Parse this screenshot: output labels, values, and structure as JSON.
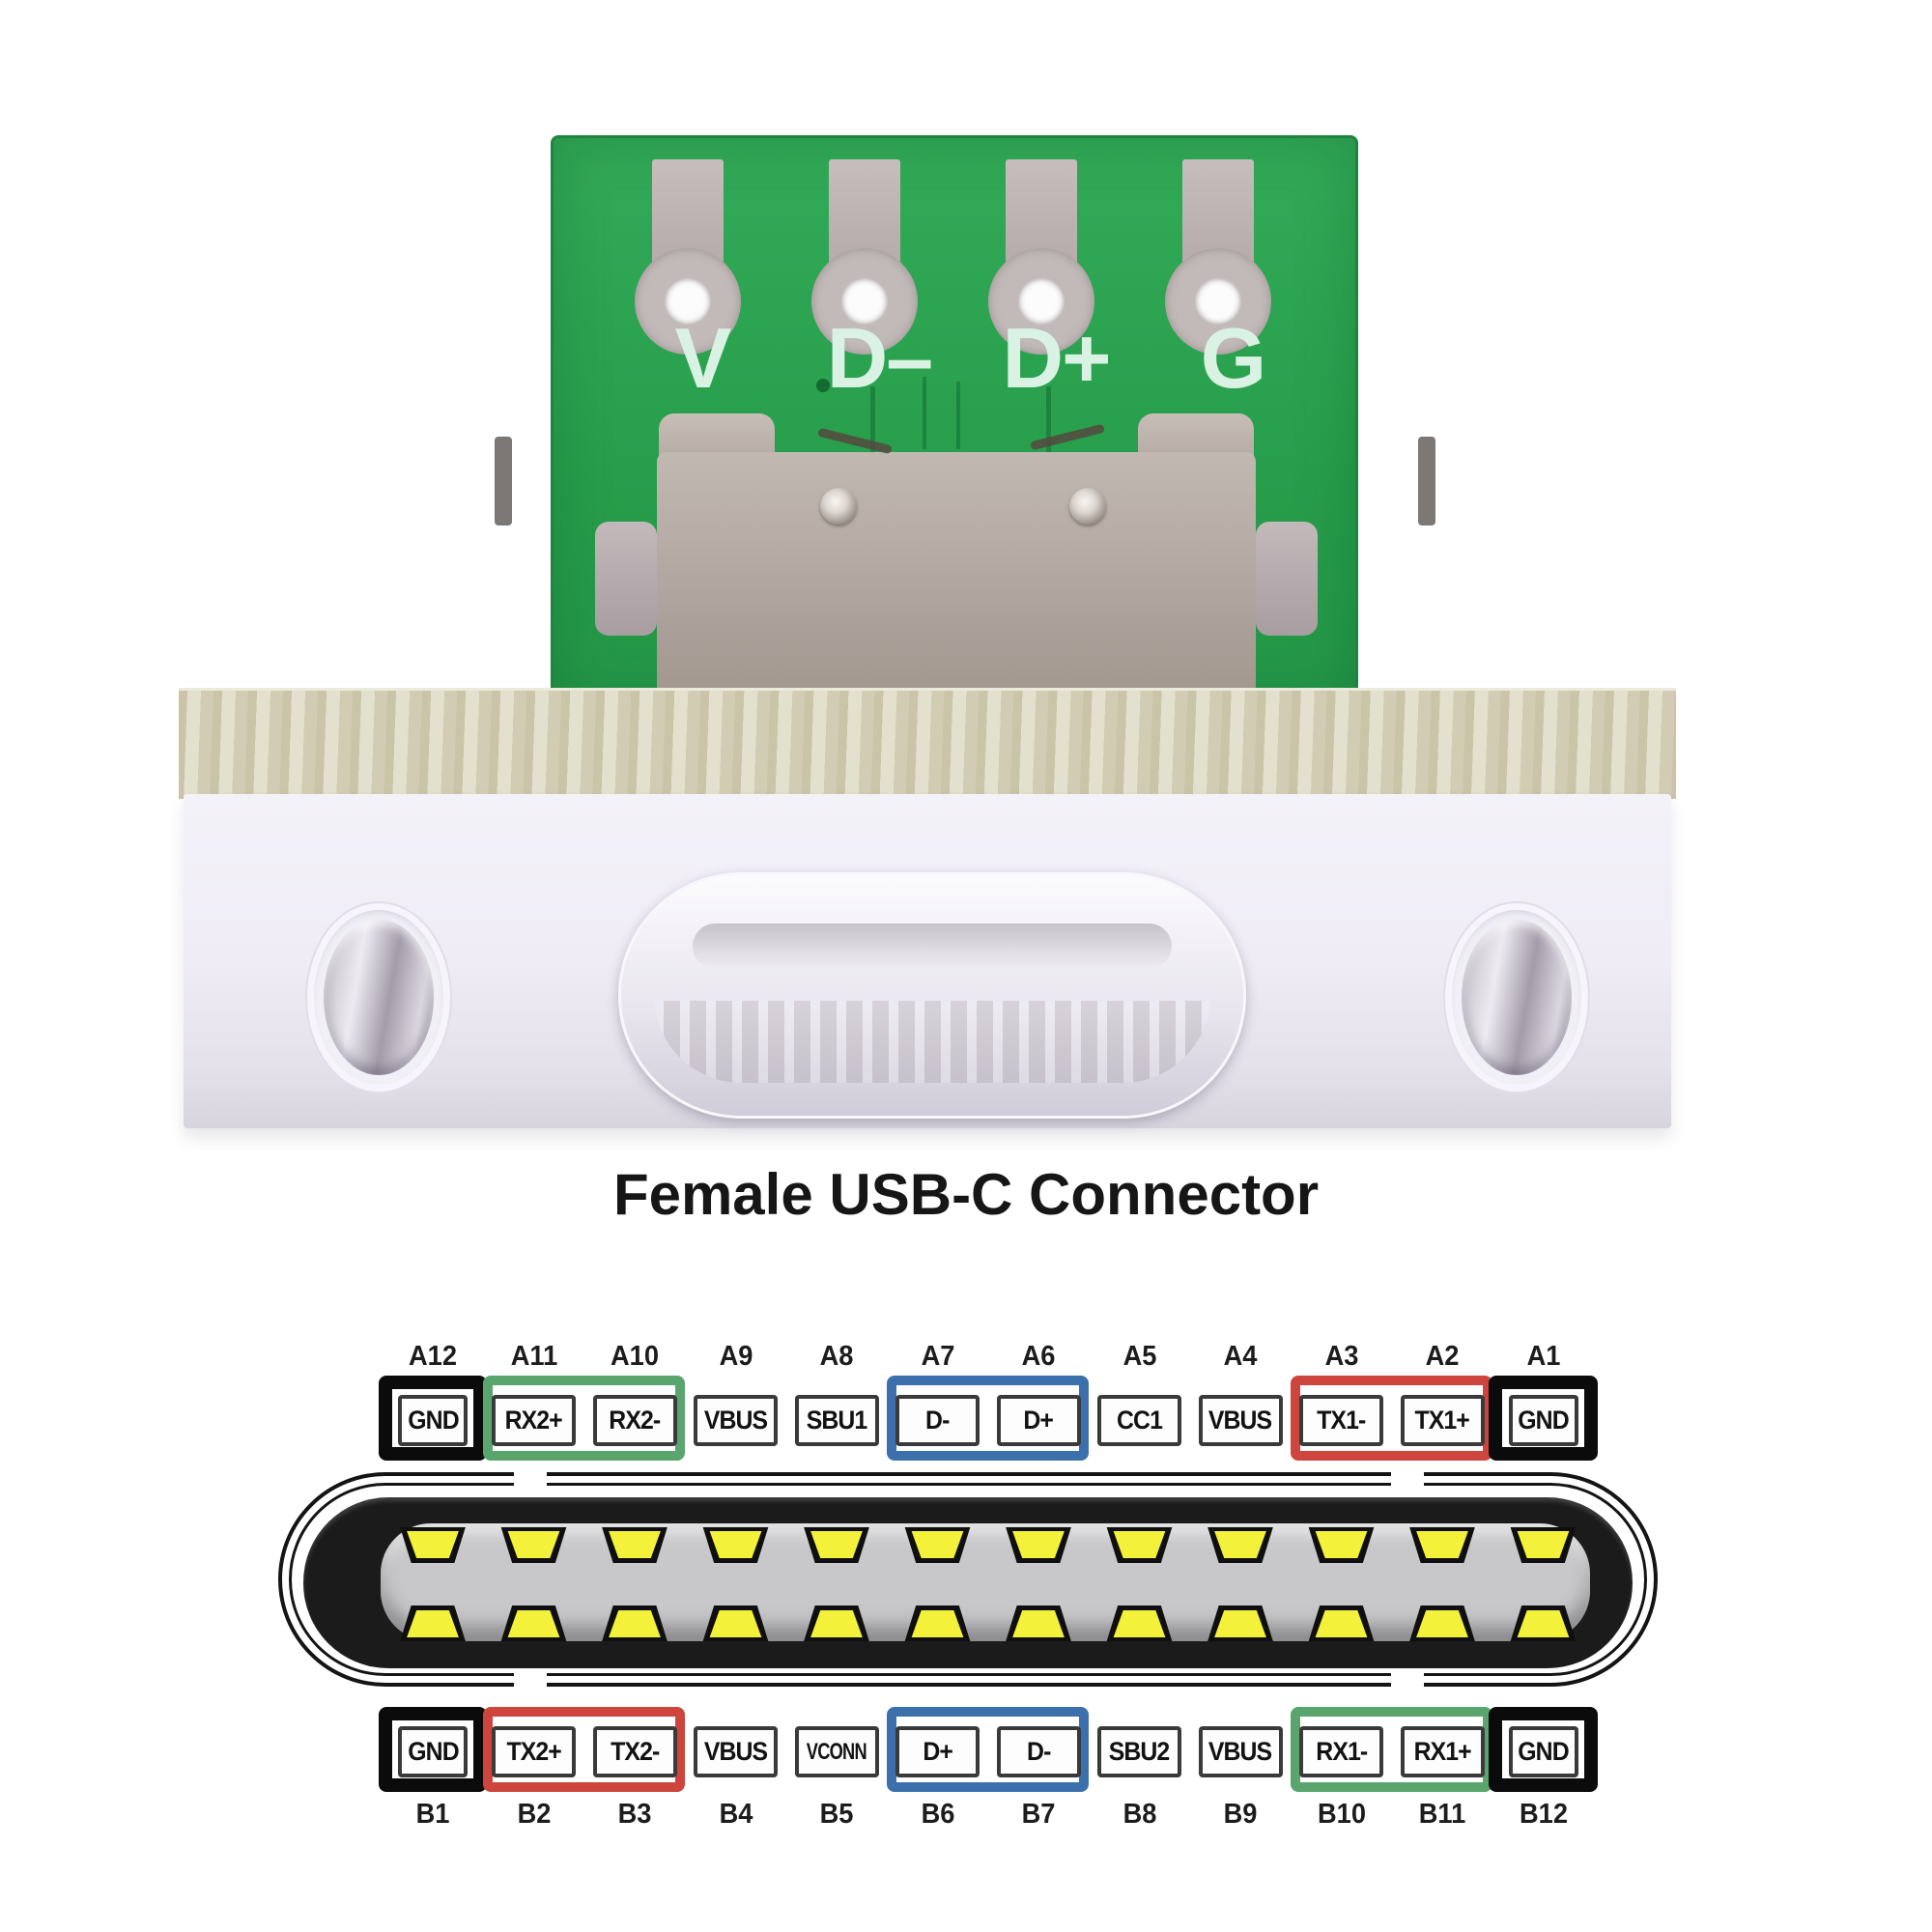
{
  "title": "Female USB-C Connector",
  "photo": {
    "silkscreen_labels": [
      "V",
      "D–",
      "D+",
      "G"
    ]
  },
  "colors": {
    "bracket_black": "#0b0b0b",
    "bracket_green": "#5aa56e",
    "bracket_blue": "#3b70ad",
    "bracket_red": "#cd453d",
    "pin_yellow": "#f4f13a",
    "pcb_green": "#2aa14e",
    "slot_gray": "#c8c8ca"
  },
  "pinout": {
    "top_labels": [
      "A12",
      "A11",
      "A10",
      "A9",
      "A8",
      "A7",
      "A6",
      "A5",
      "A4",
      "A3",
      "A2",
      "A1"
    ],
    "bottom_labels": [
      "B1",
      "B2",
      "B3",
      "B4",
      "B5",
      "B6",
      "B7",
      "B8",
      "B9",
      "B10",
      "B11",
      "B12"
    ],
    "top_groups": [
      {
        "bracket": "black",
        "pins": [
          "GND"
        ]
      },
      {
        "bracket": "green",
        "pins": [
          "RX2+",
          "RX2-"
        ]
      },
      {
        "bracket": "none",
        "pins": [
          "VBUS"
        ]
      },
      {
        "bracket": "none",
        "pins": [
          "SBU1"
        ]
      },
      {
        "bracket": "blue",
        "pins": [
          "D-",
          "D+"
        ]
      },
      {
        "bracket": "none",
        "pins": [
          "CC1"
        ]
      },
      {
        "bracket": "none",
        "pins": [
          "VBUS"
        ]
      },
      {
        "bracket": "red",
        "pins": [
          "TX1-",
          "TX1+"
        ]
      },
      {
        "bracket": "black",
        "pins": [
          "GND"
        ]
      }
    ],
    "bottom_groups": [
      {
        "bracket": "black",
        "pins": [
          "GND"
        ]
      },
      {
        "bracket": "red",
        "pins": [
          "TX2+",
          "TX2-"
        ]
      },
      {
        "bracket": "none",
        "pins": [
          "VBUS"
        ]
      },
      {
        "bracket": "none",
        "pins": [
          "VCONN"
        ]
      },
      {
        "bracket": "blue",
        "pins": [
          "D+",
          "D-"
        ]
      },
      {
        "bracket": "none",
        "pins": [
          "SBU2"
        ]
      },
      {
        "bracket": "none",
        "pins": [
          "VBUS"
        ]
      },
      {
        "bracket": "green",
        "pins": [
          "RX1-",
          "RX1+"
        ]
      },
      {
        "bracket": "black",
        "pins": [
          "GND"
        ]
      }
    ]
  }
}
